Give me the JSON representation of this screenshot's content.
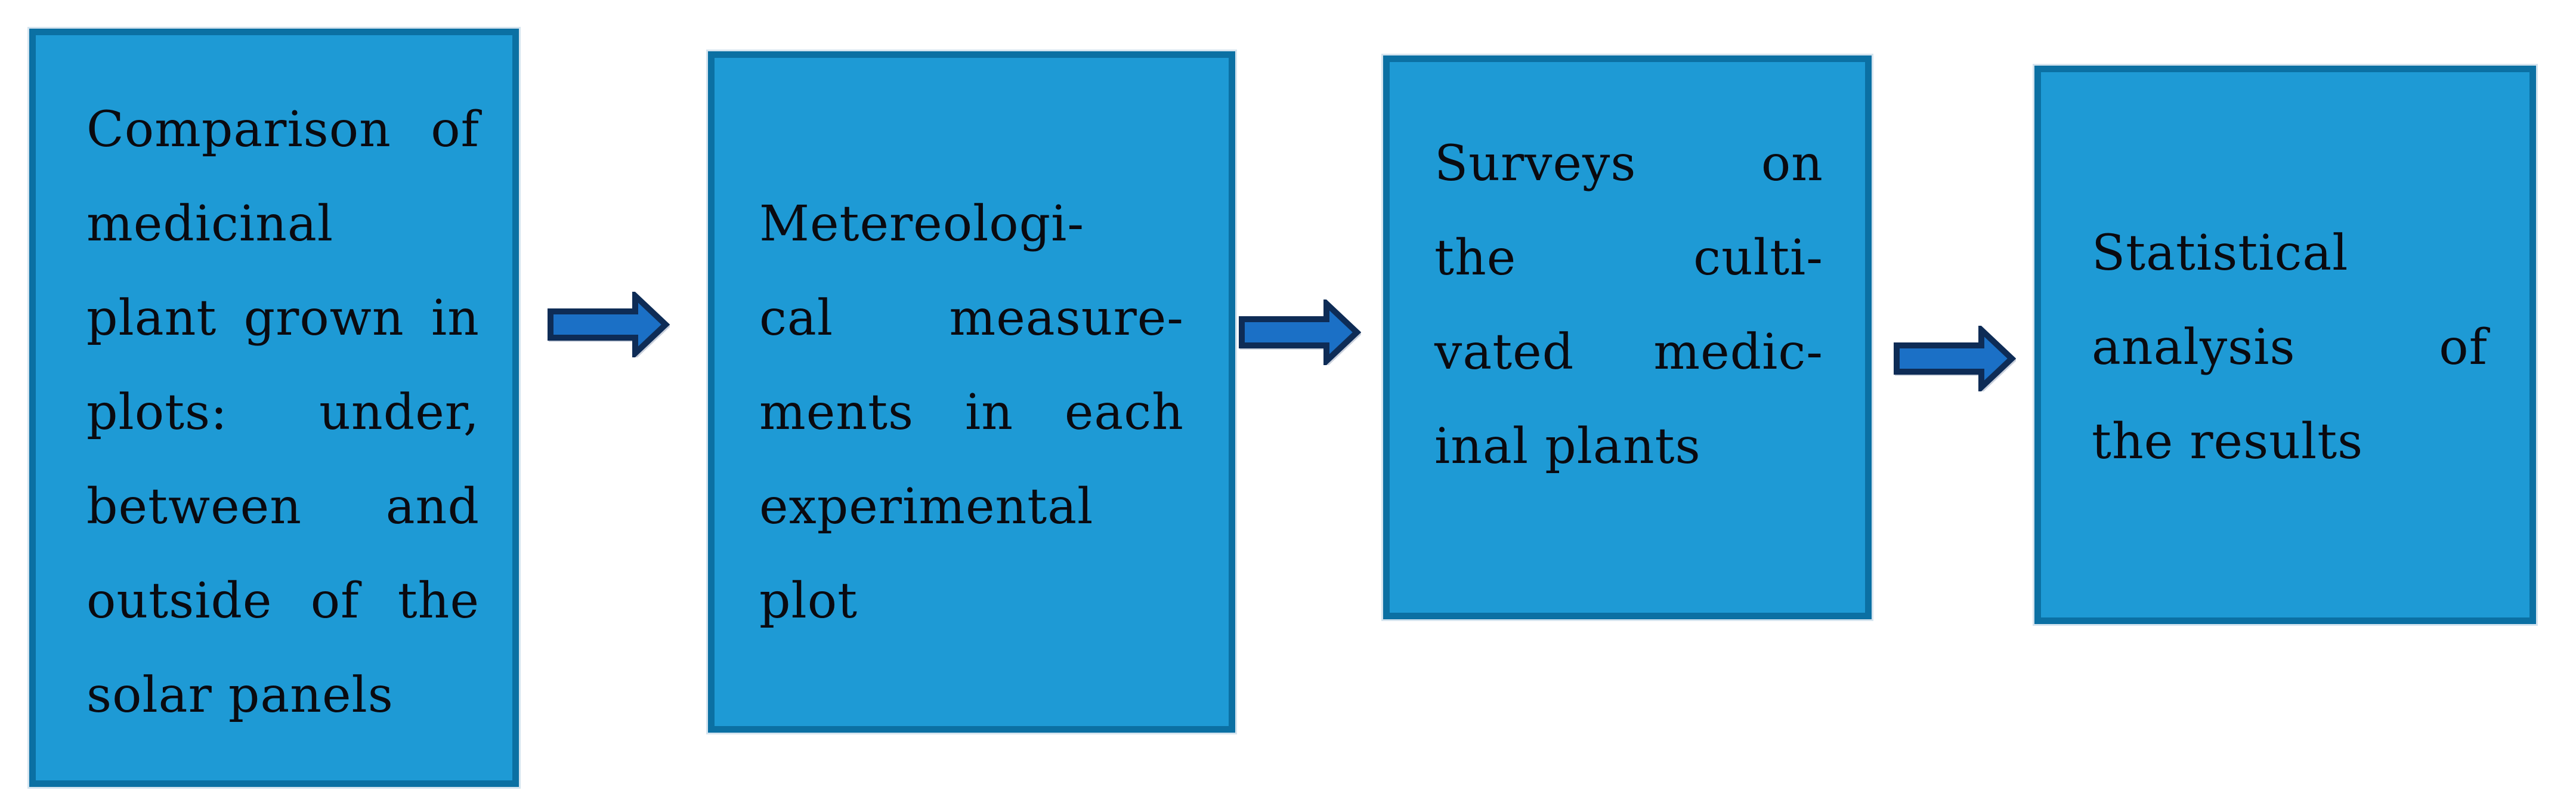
{
  "diagram": {
    "type": "flowchart",
    "direction": "left-to-right",
    "colors": {
      "box_fill": "#1e9ad5",
      "box_border": "#0b70a3",
      "arrow_fill": "#1b70c6",
      "arrow_outline": "#0e2c56",
      "text": "#0a0a10",
      "background": "#ffffff"
    },
    "boxes": [
      {
        "name": "comparison-step",
        "text": "Comparison of medicinal plant grown in plots: under, between and outside of the solar panels",
        "lines": [
          {
            "text": "Comparison of",
            "justify": true
          },
          {
            "text": "medicinal",
            "justify": false
          },
          {
            "text": "plant grown in",
            "justify": true
          },
          {
            "text": "plots: under,",
            "justify": true
          },
          {
            "text": "between and",
            "justify": true
          },
          {
            "text": "outside of the",
            "justify": true
          },
          {
            "text": "solar panels",
            "justify": false
          }
        ]
      },
      {
        "name": "meteorological-step",
        "text": "Metereological measurements in each experimental plot",
        "lines": [
          {
            "text": "Metereologi-",
            "justify": false
          },
          {
            "text": "cal measure-",
            "justify": true
          },
          {
            "text": "ments in each",
            "justify": true
          },
          {
            "text": "experimental",
            "justify": false
          },
          {
            "text": "plot",
            "justify": false
          }
        ]
      },
      {
        "name": "surveys-step",
        "text": "Surveys on the cultivated medicinal plants",
        "lines": [
          {
            "text": "Surveys on",
            "justify": true
          },
          {
            "text": "the culti-",
            "justify": true
          },
          {
            "text": "vated medic-",
            "justify": true
          },
          {
            "text": "inal plants",
            "justify": false
          }
        ]
      },
      {
        "name": "statistics-step",
        "text": "Statistical analysis of the results",
        "lines": [
          {
            "text": "Statistical",
            "justify": false
          },
          {
            "text": "analysis of",
            "justify": true
          },
          {
            "text": "the results",
            "justify": false
          }
        ]
      }
    ],
    "arrows": [
      {
        "name": "arrow-1",
        "from": "comparison-step",
        "to": "meteorological-step"
      },
      {
        "name": "arrow-2",
        "from": "meteorological-step",
        "to": "surveys-step"
      },
      {
        "name": "arrow-3",
        "from": "surveys-step",
        "to": "statistics-step"
      }
    ]
  }
}
